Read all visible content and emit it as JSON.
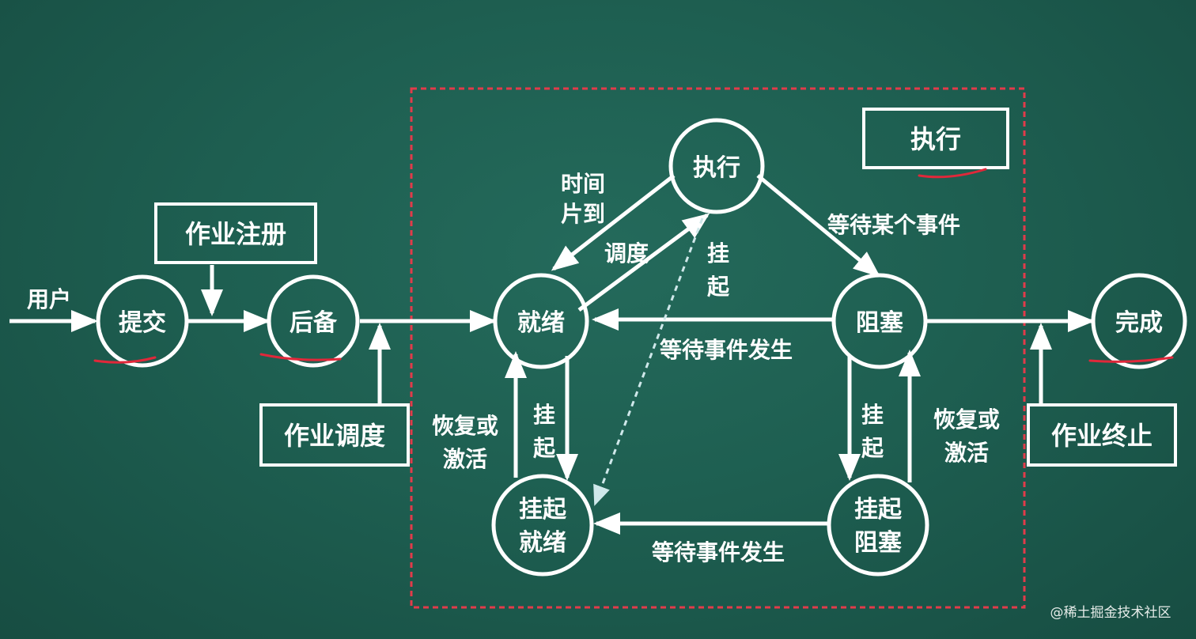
{
  "nodes": {
    "submit": "提交",
    "backup": "后备",
    "ready": "就绪",
    "exec": "执行",
    "blocked": "阻塞",
    "done": "完成",
    "susp_ready_1": "挂起",
    "susp_ready_2": "就绪",
    "susp_blocked_1": "挂起",
    "susp_blocked_2": "阻塞"
  },
  "boxes": {
    "job_register": "作业注册",
    "job_schedule": "作业调度",
    "job_terminate": "作业终止",
    "exec_box": "执行"
  },
  "labels": {
    "user": "用户",
    "time_slice_1": "时间",
    "time_slice_2": "片到",
    "dispatch": "调度",
    "suspend_exec_1": "挂",
    "suspend_exec_2": "起",
    "wait_some_event": "等待某个事件",
    "event_occurs_top": "等待事件发生",
    "event_occurs_bottom": "等待事件发生",
    "resume_left_1": "恢复或",
    "resume_left_2": "激活",
    "suspend_left_1": "挂",
    "suspend_left_2": "起",
    "suspend_right_1": "挂",
    "suspend_right_2": "起",
    "resume_right_1": "恢复或",
    "resume_right_2": "激活"
  },
  "watermark": "@稀土掘金技术社区",
  "colors": {
    "board": "#1e5f51",
    "chalk": "#ffffff",
    "dashed_frame": "#e23b4a",
    "underline": "#e0283a",
    "dashed_arrow": "#cfe8ea"
  }
}
